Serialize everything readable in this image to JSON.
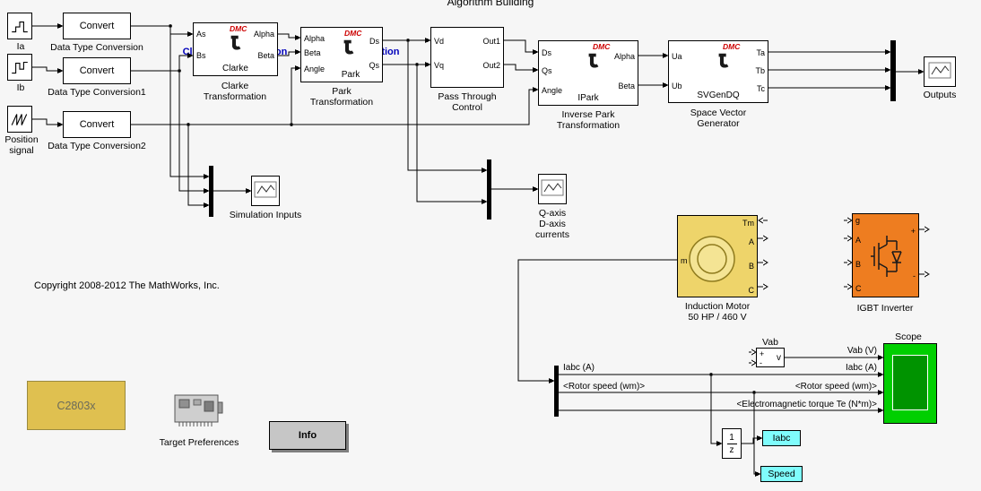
{
  "title": "Algorithm Building",
  "copyright": "Copyright 2008-2012 The MathWorks, Inc.",
  "annotations": {
    "clarke": "Clarke Transformation",
    "park": "Park Transformation"
  },
  "dmc": "DMC",
  "colors": {
    "motor": "#eed46a",
    "motor_icon": "#8f7b1e",
    "igbt": "#ee7d20",
    "scope": "#00cf00",
    "scope_screen": "#009300",
    "tag": "#7ffcfc",
    "c2803x": "#dfc050",
    "c2803x_text": "#6b6b5b",
    "info": "#c6c6c6",
    "info_shadow": "#7f7f7f",
    "dmc_red": "#cc0000",
    "annotation_blue": "#0000bb"
  },
  "sources": {
    "ia": "Ia",
    "ib": "Ib",
    "position": "Position signal"
  },
  "converts": {
    "text": "Convert",
    "labels": [
      "Data Type Conversion",
      "Data Type Conversion1",
      "Data Type Conversion2"
    ]
  },
  "clarke": {
    "in": [
      "As",
      "Bs"
    ],
    "out": [
      "Alpha",
      "Beta"
    ],
    "inner": "Clarke",
    "label": "Clarke\nTransformation"
  },
  "park": {
    "in": [
      "Alpha",
      "Beta",
      "Angle"
    ],
    "out": [
      "Ds",
      "Qs"
    ],
    "inner": "Park",
    "label": "Park\nTransformation"
  },
  "pass": {
    "in": [
      "Vd",
      "Vq"
    ],
    "out": [
      "Out1",
      "Out2"
    ],
    "label": "Pass Through\nControl"
  },
  "ipark": {
    "in": [
      "Ds",
      "Qs",
      "Angle"
    ],
    "out": [
      "Alpha",
      "Beta"
    ],
    "inner": "IPark",
    "label": "Inverse Park\nTransformation"
  },
  "svgen": {
    "in": [
      "Ua",
      "Ub"
    ],
    "out": [
      "Ta",
      "Tb",
      "Tc"
    ],
    "inner": "SVGenDQ",
    "label": "Space Vector\nGenerator"
  },
  "outputs": {
    "label": "Outputs"
  },
  "sim_scope": {
    "label": "Simulation Inputs"
  },
  "qd_scope": {
    "label": "Q-axis\nD-axis\ncurrents"
  },
  "motor": {
    "ports": {
      "tm": "Tm",
      "m": "m",
      "a": "A",
      "b": "B",
      "c": "C"
    },
    "label": "Induction Motor\n50 HP / 460 V"
  },
  "igbt": {
    "ports": {
      "g": "g",
      "a": "A",
      "b": "B",
      "c": "C",
      "plus": "+",
      "minus": "-"
    },
    "label": "IGBT Inverter"
  },
  "scope": {
    "label": "Scope"
  },
  "vab": {
    "label": "Vab",
    "plus": "+",
    "minus": "-",
    "v": "v"
  },
  "signals": {
    "bus_iabc": "Iabc (A)",
    "bus_speed": "<Rotor speed (wm)>",
    "vab_v": "Vab (V)",
    "iabc": "Iabc (A)",
    "speed": "<Rotor speed (wm)>",
    "torque": "<Electromagnetic torque Te (N*m)>"
  },
  "delay": {
    "num": "1",
    "den": "z"
  },
  "tags": {
    "iabc": "Iabc",
    "speed": "Speed"
  },
  "c2803x": {
    "label": "C2803x"
  },
  "target_prefs": {
    "label": "Target Preferences"
  },
  "info": {
    "label": "Info"
  }
}
